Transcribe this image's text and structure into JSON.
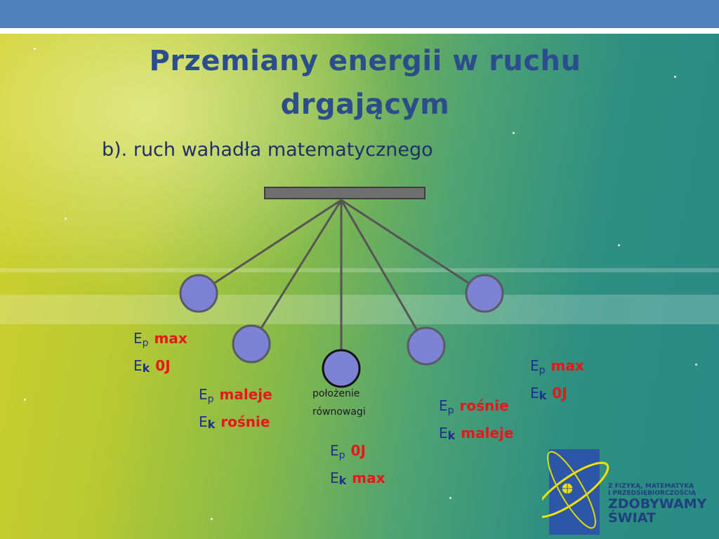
{
  "slide": {
    "title": "Przemiany energii w ruchu drgającym",
    "subtitle": "b). ruch wahadła matematycznego"
  },
  "positions": [
    {
      "ep_symbol": "E",
      "ep_sub": "p",
      "ep_value": "max",
      "ek_symbol": "E",
      "ek_sub": "k",
      "ek_value": "0J"
    },
    {
      "ep_symbol": "E",
      "ep_sub": "p",
      "ep_value": "maleje",
      "ek_symbol": "E",
      "ek_sub": "k",
      "ek_value": "rośnie"
    },
    {
      "ep_symbol": "E",
      "ep_sub": "p",
      "ep_value": "0J",
      "ek_symbol": "E",
      "ek_sub": "k",
      "ek_value": "max"
    },
    {
      "ep_symbol": "E",
      "ep_sub": "p",
      "ep_value": "rośnie",
      "ek_symbol": "E",
      "ek_sub": "k",
      "ek_value": "maleje"
    },
    {
      "ep_symbol": "E",
      "ep_sub": "p",
      "ep_value": "max",
      "ek_symbol": "E",
      "ek_sub": "k",
      "ek_value": "0J"
    }
  ],
  "equilibrium": {
    "line1": "położenie",
    "line2": "równowagi"
  },
  "logo": {
    "line1": "Z FIZYKĄ, MATEMATYKĄ",
    "line2": "I PRZEDSIĘBIORCZOŚCIĄ",
    "line3": "ZDOBYWAMY",
    "line4": "ŚWIAT"
  },
  "colors": {
    "title": "#2b4d8c",
    "value_red": "#e8151a",
    "bob": "#7d82d4",
    "topbar": "#4f81bd"
  }
}
